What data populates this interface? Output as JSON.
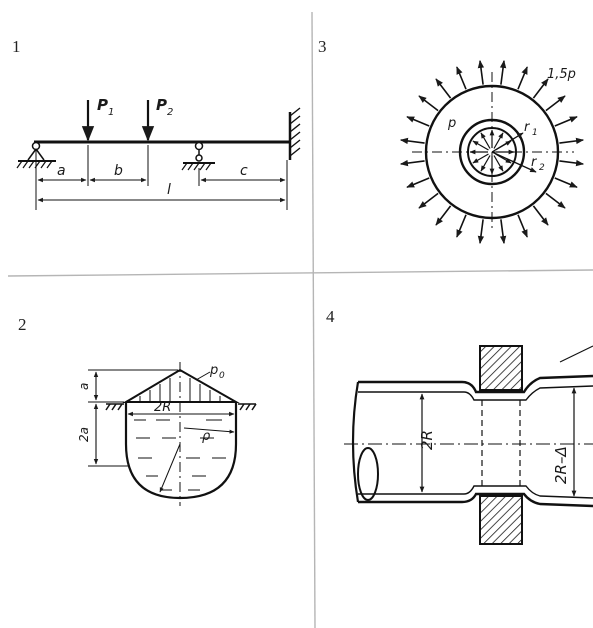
{
  "panels": [
    {
      "number": "1",
      "labels": {
        "p1": "P",
        "p1_sub": "1",
        "p2": "P",
        "p2_sub": "2",
        "a": "a",
        "b": "b",
        "c": "c",
        "l": "l"
      }
    },
    {
      "number": "2",
      "labels": {
        "a": "a",
        "two_a": "2a",
        "p0": "p",
        "p0_sub": "0",
        "two_r": "2R",
        "rho": "ρ"
      }
    },
    {
      "number": "3",
      "labels": {
        "p_outer": "1,5p",
        "p_inner": "p",
        "r1": "r",
        "r1_sub": "1",
        "r2": "r",
        "r2_sub": "2"
      }
    },
    {
      "number": "4",
      "labels": {
        "two_r": "2R",
        "two_r_minus_delta": "2R–Δ"
      }
    }
  ]
}
